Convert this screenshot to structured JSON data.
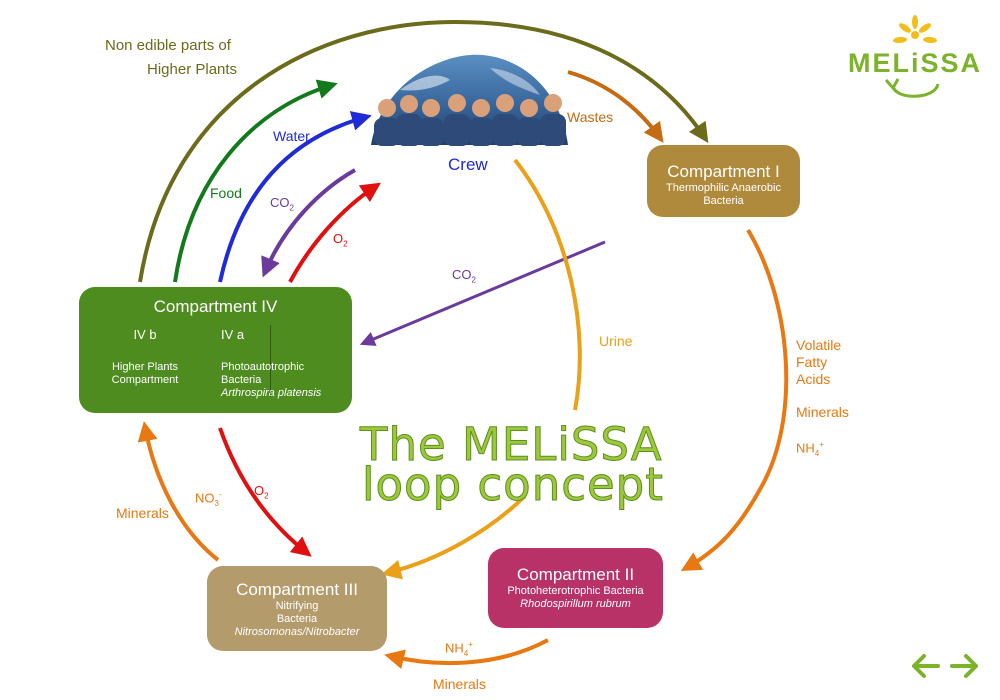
{
  "logo": {
    "text": "MELiSSA",
    "color": "#7cb32b"
  },
  "title": {
    "line1": "The MELiSSA",
    "line2": "loop concept",
    "color": "#9cc93b"
  },
  "crew": {
    "label": "Crew"
  },
  "compartments": {
    "c1": {
      "title": "Compartment I",
      "lines": [
        "Thermophilic Anaerobic",
        "Bacteria"
      ],
      "color": "#b08a3c"
    },
    "c2": {
      "title": "Compartment II",
      "lines": [
        "Photoheterotrophic Bacteria"
      ],
      "italic": "Rhodospirillum rubrum",
      "color": "#b83268"
    },
    "c3": {
      "title": "Compartment III",
      "lines": [
        "Nitrifying",
        "Bacteria"
      ],
      "italic": "Nitrosomonas/Nitrobacter",
      "color": "#b39b6c"
    },
    "c4": {
      "title": "Compartment IV",
      "b": {
        "label": "IV b",
        "lines": [
          "Higher Plants",
          "Compartment"
        ]
      },
      "a": {
        "label": "IV a",
        "lines": [
          "Photoautotrophic",
          "Bacteria"
        ],
        "italic": "Arthrospira platensis"
      },
      "color": "#4e8c1f"
    }
  },
  "flows": {
    "non_edible": {
      "line1": "Non edible parts of",
      "line2": "Higher Plants",
      "color": "#6b6b1b"
    },
    "water": {
      "text": "Water",
      "color": "#1e2bd6"
    },
    "food": {
      "text": "Food",
      "color": "#137a1c"
    },
    "co2_crew": {
      "text": "CO",
      "sub": "2",
      "color": "#6a3a9c"
    },
    "o2_crew": {
      "text": "O",
      "sub": "2",
      "color": "#e01010"
    },
    "co2_c1": {
      "text": "CO",
      "sub": "2",
      "color": "#6a3a9c"
    },
    "wastes": {
      "text": "Wastes",
      "color": "#c56b12"
    },
    "urine": {
      "text": "Urine",
      "color": "#eba01a"
    },
    "vfa": {
      "lines": [
        "Volatile",
        "Fatty",
        "Acids"
      ],
      "color": "#e87812"
    },
    "minerals_c1": {
      "text": "Minerals",
      "color": "#e87812"
    },
    "nh4_c1": {
      "text": "NH",
      "sub": "4",
      "sup": "+",
      "color": "#e87812"
    },
    "nh4_c2": {
      "text": "NH",
      "sub": "4",
      "sup": "+",
      "color": "#e87812"
    },
    "minerals_c2": {
      "text": "Minerals",
      "color": "#e87812"
    },
    "no3": {
      "text": "NO",
      "sub": "3",
      "sup": "-",
      "color": "#e87812"
    },
    "minerals_c3": {
      "text": "Minerals",
      "color": "#e87812"
    },
    "o2_c3": {
      "text": "O",
      "sub": "2",
      "color": "#e01010"
    }
  },
  "nav": {
    "prev": "arrow-left-icon",
    "next": "arrow-right-icon",
    "color": "#7cb32b"
  }
}
